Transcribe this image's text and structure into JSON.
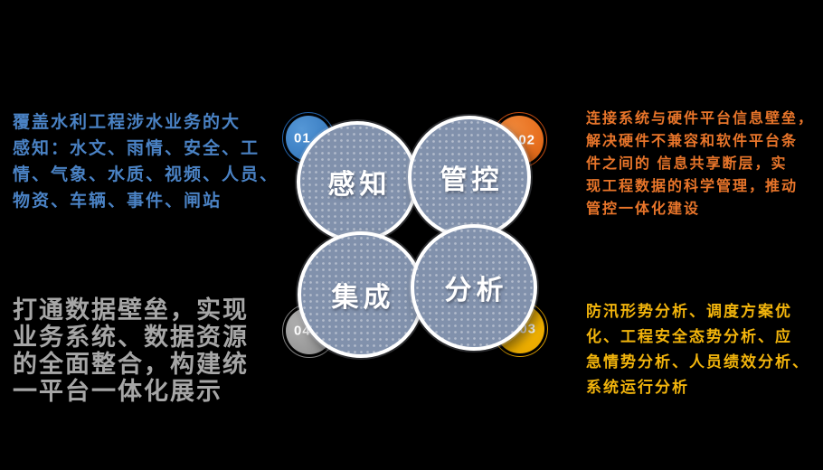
{
  "background_color": "#000000",
  "diagram": {
    "circle_fill": "#8191AC",
    "circle_border": "#FFFFFF",
    "circles": [
      {
        "key": "perception",
        "label": "感知",
        "number": "01",
        "badge_color": "#3D80C4",
        "badge_ring": "#2260A6"
      },
      {
        "key": "control",
        "label": "管控",
        "number": "02",
        "badge_color": "#E8701F",
        "badge_ring": "#C24C10"
      },
      {
        "key": "analysis",
        "label": "分析",
        "number": "03",
        "badge_color": "#F2B200",
        "badge_ring": "#D79B00"
      },
      {
        "key": "integration",
        "label": "集成",
        "number": "04",
        "badge_color": "#9C9C9C",
        "badge_ring": "#7F7F7F"
      }
    ]
  },
  "annotations": {
    "perception": {
      "color": "#4A82C4",
      "lines": [
        "覆盖水利工程涉水业务的大",
        "感知：水文、雨情、安全、工",
        "情、气象、水质、视频、人员、",
        "物资、车辆、事件、闸站"
      ]
    },
    "control": {
      "color": "#E8752A",
      "lines": [
        "连接系统与硬件平台信息壁垒，",
        "解决硬件不兼容和软件平台条",
        "件之间的 信息共享断层，实",
        "现工程数据的科学管理，推动",
        "管控一体化建设"
      ]
    },
    "analysis": {
      "color": "#F2B40C",
      "lines": [
        "防汛形势分析、调度方案优",
        "化、工程安全态势分析、应",
        "急情势分析、人员绩效分析、",
        "系统运行分析"
      ]
    },
    "integration": {
      "color": "#A6A6A6",
      "lines": [
        "打通数据壁垒，实现",
        "业务系统、数据资源",
        "的全面整合，构建统",
        "一平台一体化展示"
      ]
    }
  }
}
